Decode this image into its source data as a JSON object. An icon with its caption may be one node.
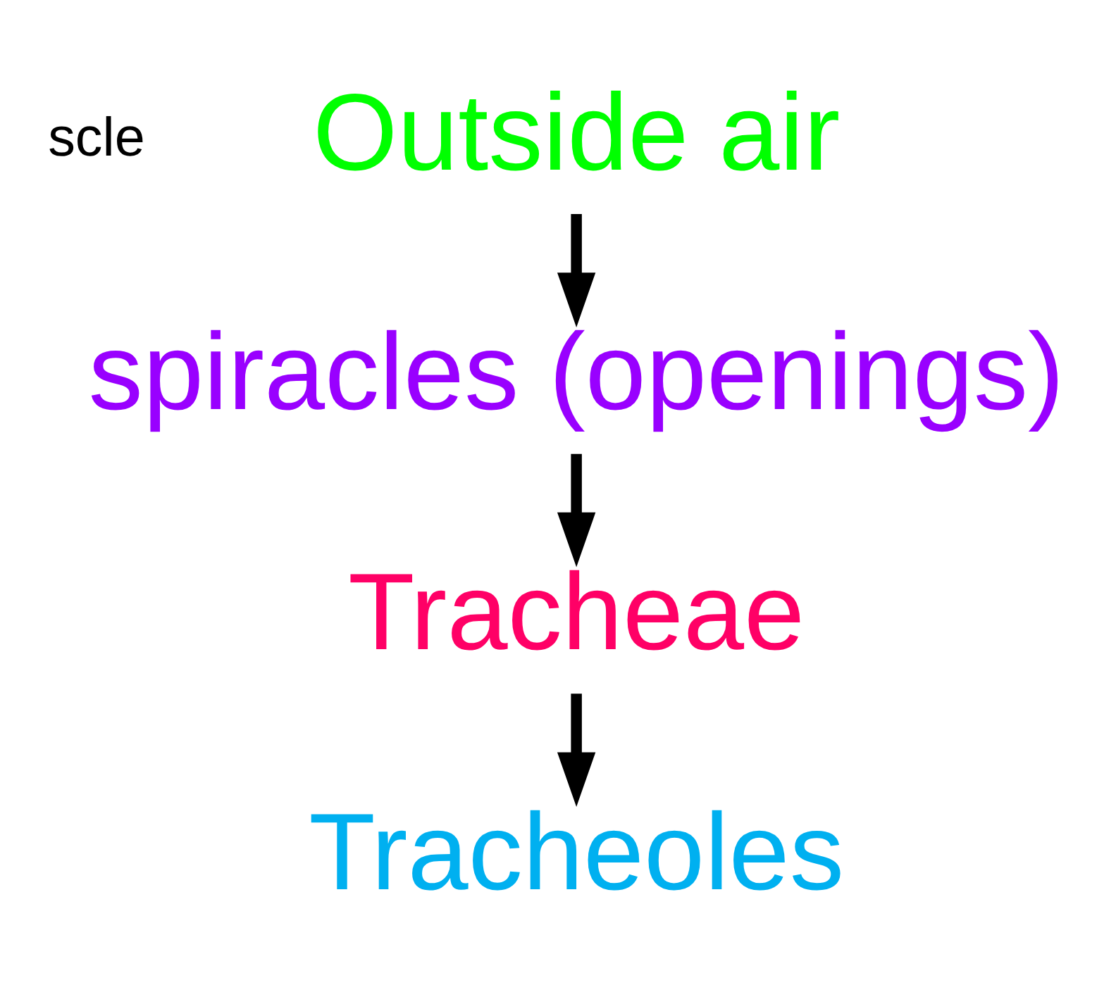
{
  "diagram": {
    "nodes": [
      {
        "text": [
          "Outside air"
        ]
      },
      {
        "text": [
          "spiracles (openings)"
        ]
      },
      {
        "text": [
          "Tracheae"
        ]
      },
      {
        "text": [
          "Tracheoles"
        ]
      }
    ],
    "edges": [
      {
        "from": 0,
        "to": 1,
        "arrow": "to"
      },
      {
        "from": 1,
        "to": 2,
        "arrow": "to"
      },
      {
        "from": 2,
        "to": 3,
        "arrow": "to"
      }
    ],
    "labels": [
      "scle"
    ]
  }
}
